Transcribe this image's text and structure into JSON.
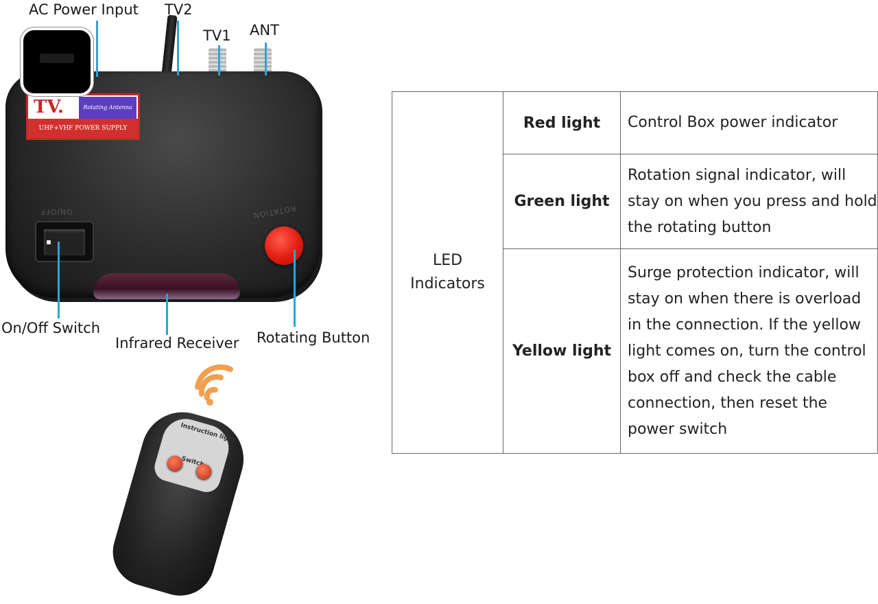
{
  "callouts": {
    "ac_power": "AC Power Input",
    "tv2": "TV2",
    "tv1": "TV1",
    "ant": "ANT",
    "on_off": "On/Off Switch",
    "infrared": "Infrared Receiver",
    "rotating": "Rotating Button"
  },
  "device": {
    "sticker_brand": "TV.",
    "sticker_subtitle": "Rotating Antenna",
    "sticker_supply": "UHF+VHF POWER SUPPLY",
    "switch_label": "ON/OFF",
    "rotate_label": "ROTATION"
  },
  "remote": {
    "panel_label": "Instruction light",
    "switch_label": "Switch"
  },
  "table": {
    "group_label": "LED Indicators",
    "rows": [
      {
        "name": "Red light",
        "description": "Control Box power indicator"
      },
      {
        "name": "Green light",
        "description": "Rotation signal indicator, will stay on when you press and hold the rotating button"
      },
      {
        "name": "Yellow light",
        "description": "Surge protection indicator, will stay on when there is overload in the connection. If the yellow light comes on, turn the control box off and check the cable connection, then reset the power switch"
      }
    ]
  },
  "colors": {
    "leader": "#2aa6d6",
    "button_red": "#e21c10",
    "signal_orange": "#f0a050"
  }
}
